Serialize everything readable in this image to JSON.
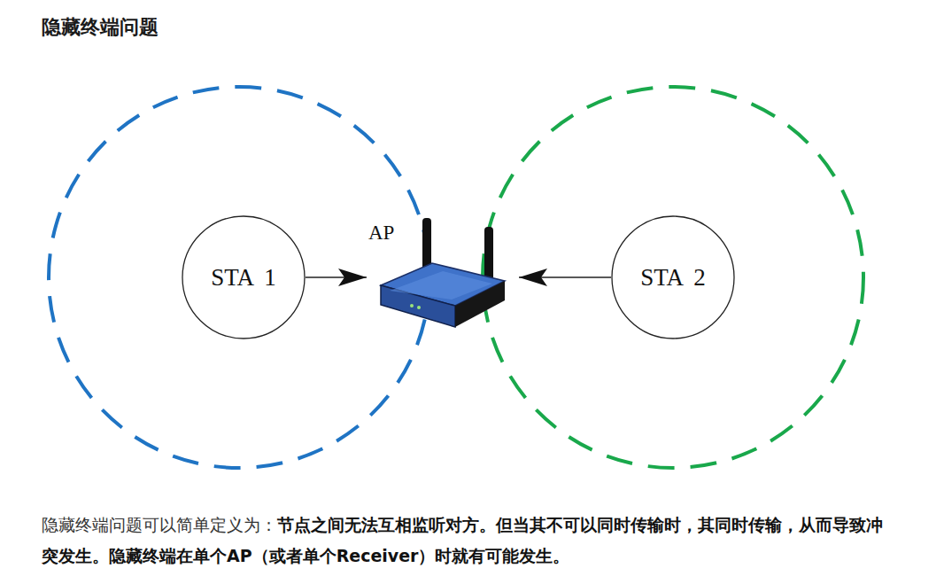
{
  "diagram": {
    "title": "隐藏终端问题",
    "caption": "隐藏终端问题可以简单定义为：",
    "nodes": [
      {
        "text": [
          "STA 1"
        ]
      },
      {
        "text": [
          "AP"
        ]
      },
      {
        "text": [
          "STA 2"
        ]
      }
    ],
    "edges": [
      {
        "from": 0,
        "to": 1,
        "arrow": "to"
      },
      {
        "from": 2,
        "to": 1,
        "arrow": "to"
      }
    ],
    "labels": [
      "节点之间无法互相监听对方。但当其不可以同时传输时，其同时传输，从而导致冲突发生。隐藏终端在单个AP（或者单个Receiver）时就有可能发生。"
    ]
  }
}
